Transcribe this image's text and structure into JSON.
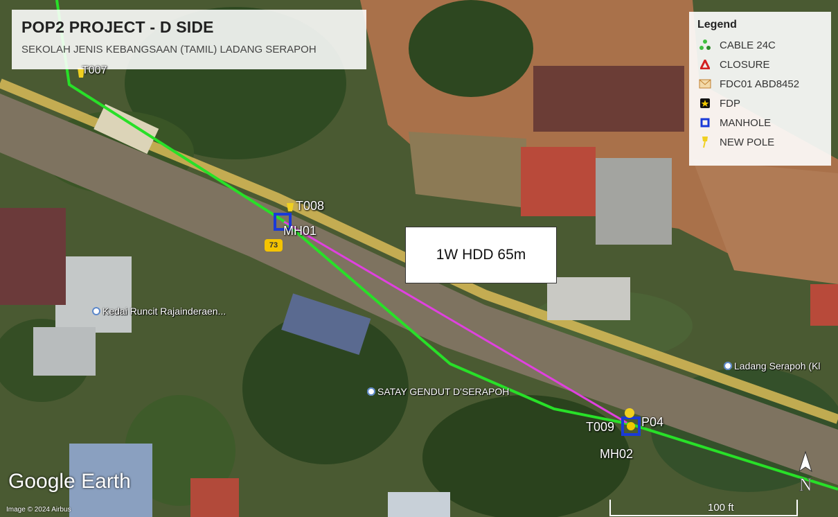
{
  "title": {
    "main": "POP2 PROJECT - D SIDE",
    "subtitle": "SEKOLAH JENIS KEBANGSAAN (TAMIL) LADANG SERAPOH"
  },
  "legend": {
    "title": "Legend",
    "items": [
      {
        "label": "CABLE 24C",
        "icon": "cable-icon",
        "color": "#3fbf3f"
      },
      {
        "label": "CLOSURE",
        "icon": "triangle-icon",
        "color": "#d32020"
      },
      {
        "label": "FDC01 ABD8452",
        "icon": "envelope-icon",
        "color": "#e0a040"
      },
      {
        "label": "FDP",
        "icon": "star-icon",
        "color": "#f0c800"
      },
      {
        "label": "MANHOLE",
        "icon": "square-icon",
        "color": "#1a3ad8"
      },
      {
        "label": "NEW POLE",
        "icon": "pushpin-icon",
        "color": "#f0d020"
      }
    ]
  },
  "callout": "1W HDD 65m",
  "map_labels": {
    "t007": "T007",
    "t008": "T008",
    "mh01": "MH01",
    "t009": "T009",
    "p04": "P04",
    "mh02": "MH02",
    "road": "73"
  },
  "poi": {
    "kedai": "Kedai Runcit Rajainderaen...",
    "satay": "SATAY GENDUT D'SERAPOH",
    "ladang": "Ladang Serapoh (Kl"
  },
  "branding": "Google Earth",
  "copyright": "Image © 2024 Airbus",
  "scale": "100 ft",
  "compass": "N",
  "colors": {
    "cable": "#28e028",
    "hdd": "#e040e0",
    "manhole": "#1a3ad8",
    "road": "#c8a84a"
  }
}
